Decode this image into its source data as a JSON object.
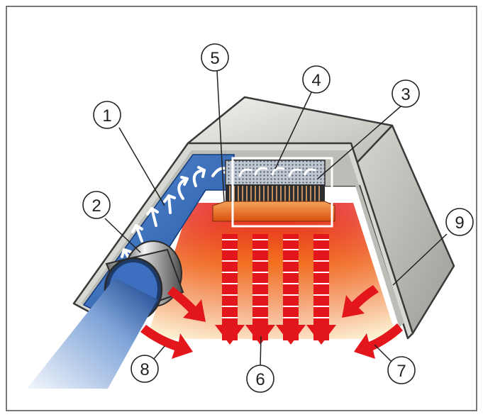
{
  "callouts": [
    {
      "id": "1",
      "label": "1"
    },
    {
      "id": "2",
      "label": "2"
    },
    {
      "id": "3",
      "label": "3"
    },
    {
      "id": "4",
      "label": "4"
    },
    {
      "id": "5",
      "label": "5"
    },
    {
      "id": "6",
      "label": "6"
    },
    {
      "id": "7",
      "label": "7"
    },
    {
      "id": "8",
      "label": "8"
    },
    {
      "id": "9",
      "label": "9"
    }
  ],
  "colors": {
    "housing_light": "#e4e4df",
    "housing_dark": "#a9a9a3",
    "air_blue": "#2a5db0",
    "heat_red": "#e3161b",
    "heat_yellow": "#fbe6a0",
    "emitter_orange": "#e9661c"
  }
}
